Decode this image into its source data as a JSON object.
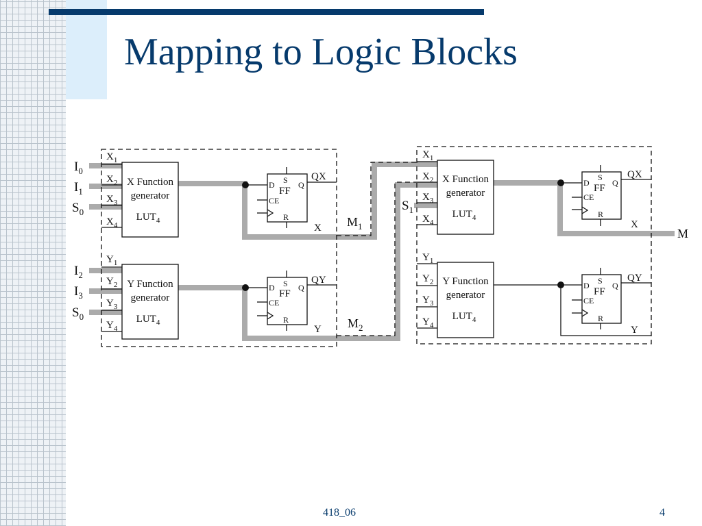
{
  "slide": {
    "title": "Mapping to Logic Blocks",
    "footer_center": "418_06",
    "page_number": "4"
  },
  "colors": {
    "title_blue": "#063a6c",
    "accent_light_blue": "#dceefb",
    "highlight_gray": "#ababab"
  },
  "diagram": {
    "left_clb": {
      "inputs_top": [
        "I0",
        "I1",
        "S0"
      ],
      "inputs_bottom": [
        "I2",
        "I3",
        "S0"
      ],
      "x_pins": [
        "X1",
        "X2",
        "X3",
        "X4"
      ],
      "y_pins": [
        "Y1",
        "Y2",
        "Y3",
        "Y4"
      ],
      "x_generator": [
        "X Function",
        "generator",
        "LUT4"
      ],
      "y_generator": [
        "Y Function",
        "generator",
        "LUT4"
      ],
      "ff_labels": {
        "d": "D",
        "s": "S",
        "q": "Q",
        "ff": "FF",
        "ce": "CE",
        "r": "R"
      },
      "outputs": {
        "qx": "QX",
        "x": "X",
        "qy": "QY",
        "y": "Y"
      }
    },
    "right_clb": {
      "input_top": "S1",
      "x_pins": [
        "X1",
        "X2",
        "X3",
        "X4"
      ],
      "y_pins": [
        "Y1",
        "Y2",
        "Y3",
        "Y4"
      ],
      "x_generator": [
        "X Function",
        "generator",
        "LUT4"
      ],
      "y_generator": [
        "Y Function",
        "generator",
        "LUT4"
      ],
      "ff_labels": {
        "d": "D",
        "s": "S",
        "q": "Q",
        "ff": "FF",
        "ce": "CE",
        "r": "R"
      },
      "outputs": {
        "qx": "QX",
        "x": "X",
        "qy": "QY",
        "y": "Y"
      }
    },
    "signals": {
      "m1": "M1",
      "m2": "M2",
      "m": "M"
    }
  }
}
